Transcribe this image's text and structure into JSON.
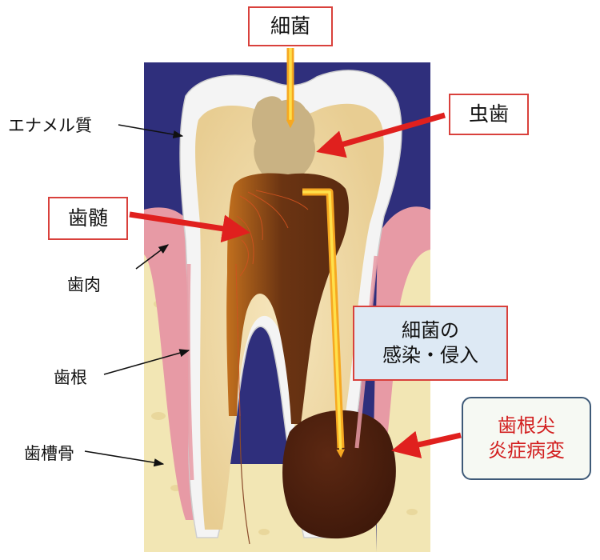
{
  "callouts": {
    "bacteria": "細菌",
    "caries": "虫歯",
    "pulp": "歯髄",
    "infection_line1": "細菌の",
    "infection_line2": "感染・侵入",
    "periapical_line1": "歯根尖",
    "periapical_line2": "炎症病変"
  },
  "labels": {
    "enamel": "エナメル質",
    "gum": "歯肉",
    "root": "歯根",
    "alveolar_bone": "歯槽骨"
  },
  "colors": {
    "background_sky": "#2f2f7c",
    "bone": "#f2e6b4",
    "gum": "#e79aa5",
    "enamel": "#f4f4f4",
    "dentin": "#efd9a6",
    "pulp": "#6b3412",
    "lesion": "#4a1e0d",
    "decay": "#c9b283",
    "callout_border": "#d9413c",
    "info_box_fill": "#dde9f4",
    "lesion_text": "#d21f1f",
    "red_arrow": "#e0201e",
    "path_orange": "#f6a821",
    "path_yellow": "#ffe04a"
  }
}
